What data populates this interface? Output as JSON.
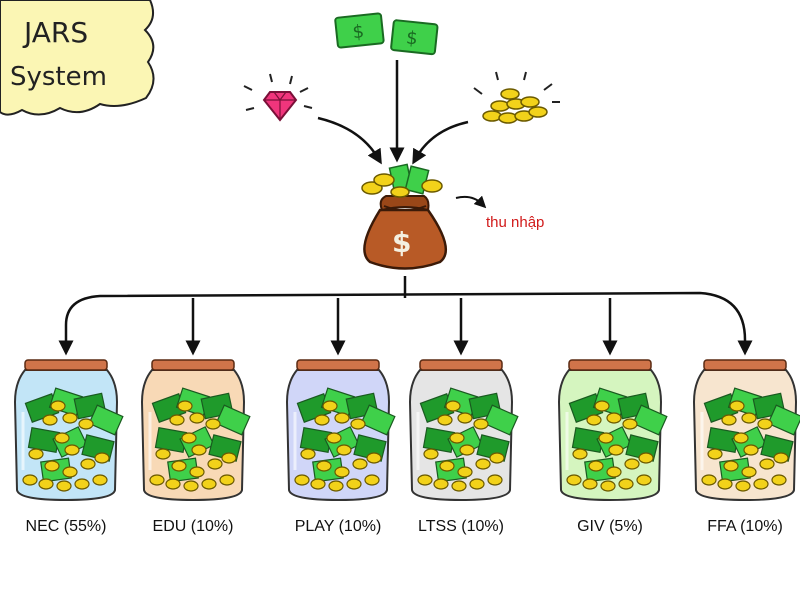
{
  "title": {
    "line1": "JARS",
    "line2": "System"
  },
  "income_label": "thu nhập",
  "jars": [
    {
      "label": "NEC (55%)",
      "tint": "#8fd0f0"
    },
    {
      "label": "EDU (10%)",
      "tint": "#f3b97a"
    },
    {
      "label": "PLAY (10%)",
      "tint": "#a9b4f2"
    },
    {
      "label": "LTSS (10%)",
      "tint": "#cfcfcf"
    },
    {
      "label": "GIV (5%)",
      "tint": "#b3ec8a"
    },
    {
      "label": "FFA (10%)",
      "tint": "#f1cfa7"
    }
  ],
  "colors": {
    "bill": "#3fd04a",
    "bill_dark": "#1f9a2b",
    "coin": "#f2d21a",
    "bag": "#b85a26",
    "gem": "#f0357c",
    "lid": "#d0744a",
    "banner": "#fbf6b4"
  }
}
